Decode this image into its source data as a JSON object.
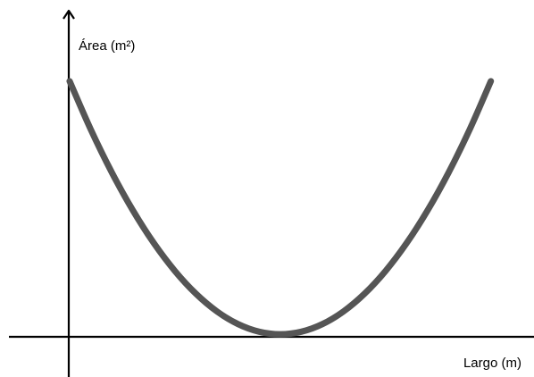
{
  "chart_data": {
    "type": "line",
    "title": "",
    "ylabel": "Área (m²)",
    "xlabel": "Largo (m)",
    "grid": false,
    "legend": "none",
    "x_ticks": [],
    "y_ticks": [],
    "series": [
      {
        "x": [
          0,
          0.5,
          1,
          1.5,
          2,
          2.5,
          3,
          3.5,
          4,
          4.5,
          5,
          5.5,
          6,
          6.5,
          7,
          7.5,
          8,
          8.5,
          9,
          9.5,
          10
        ],
        "y": [
          1,
          0.81,
          0.64,
          0.49,
          0.36,
          0.25,
          0.16,
          0.09,
          0.04,
          0.01,
          0,
          0.01,
          0.04,
          0.09,
          0.16,
          0.25,
          0.36,
          0.49,
          0.64,
          0.81,
          1
        ]
      }
    ],
    "xlim": [
      -0.02,
      10.6
    ],
    "ylim": [
      -0.01,
      1.25
    ]
  },
  "colors": {
    "curve": "#555555",
    "axis": "#000000"
  }
}
